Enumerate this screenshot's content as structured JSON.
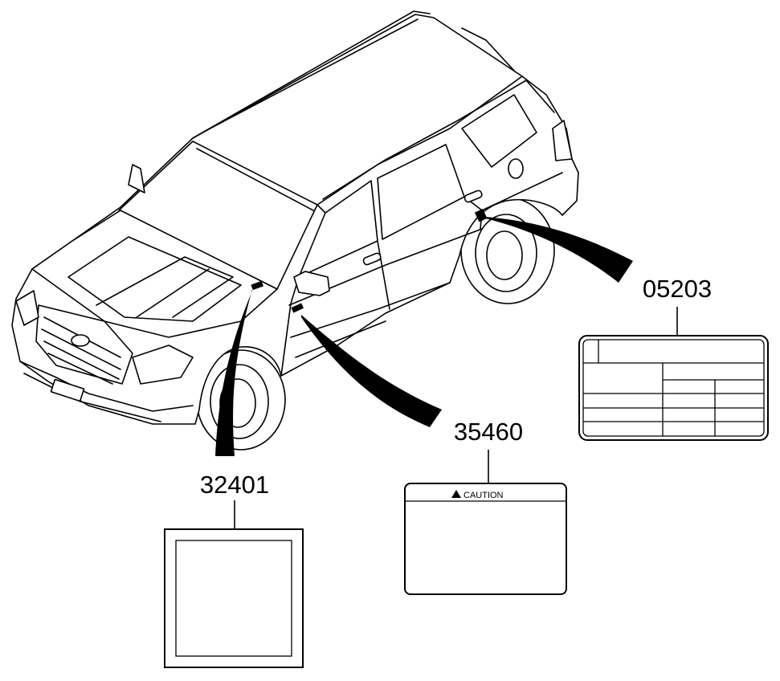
{
  "parts": [
    {
      "id": "05203",
      "label": "05203"
    },
    {
      "id": "35460",
      "label": "35460",
      "label_text": "CAUTION"
    },
    {
      "id": "32401",
      "label": "32401"
    }
  ],
  "colors": {
    "line": "#000000",
    "background": "#ffffff"
  }
}
